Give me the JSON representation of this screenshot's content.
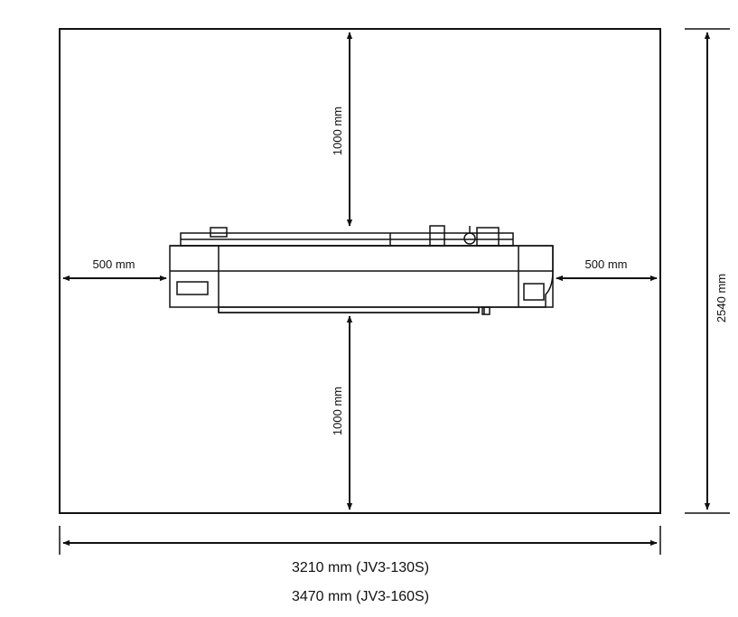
{
  "dimensions": {
    "top_clearance": "1000 mm",
    "bottom_clearance": "1000 mm",
    "left_clearance": "500 mm",
    "right_clearance": "500 mm",
    "total_depth": "2540 mm",
    "total_width_130": "3210 mm (JV3-130S)",
    "total_width_160": "3470 mm (JV3-160S)"
  }
}
